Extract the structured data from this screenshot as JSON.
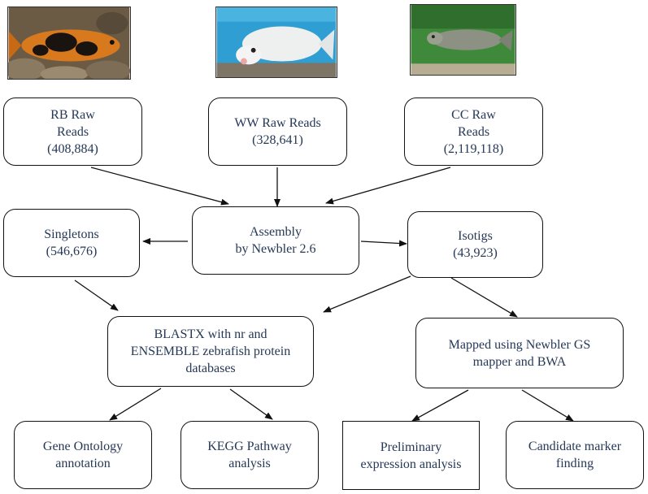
{
  "photos": [
    {
      "subject": "rb-fish",
      "colors": {
        "bg": "#6b5a44",
        "body": "#d9791e",
        "spots": "#1a1410",
        "stones": "#8a7a62"
      }
    },
    {
      "subject": "ww-fish",
      "colors": {
        "bg": "#2f9fd3",
        "body": "#eef0f0",
        "gravel": "#7f7566"
      }
    },
    {
      "subject": "cc-fish",
      "colors": {
        "bg": "#3f8a3a",
        "body": "#8c9183",
        "sand": "#b6ad92"
      }
    }
  ],
  "nodes": {
    "rb_raw": "RB Raw\nReads\n(408,884)",
    "ww_raw": "WW Raw Reads\n(328,641)",
    "cc_raw": "CC Raw\nReads\n(2,119,118)",
    "singletons": "Singletons\n(546,676)",
    "assembly": "Assembly\nby Newbler 2.6",
    "isotigs": "Isotigs\n(43,923)",
    "blastx": "BLASTX with nr and\nENSEMBLE zebrafish protein\ndatabases",
    "mapped": "Mapped using  Newbler GS\nmapper and BWA",
    "gene_ontology": "Gene Ontology\nannotation",
    "kegg": "KEGG Pathway\nanalysis",
    "preliminary": "Preliminary\nexpression analysis",
    "candidate": "Candidate marker\nfinding"
  },
  "edges": [
    [
      "rb_raw",
      "assembly"
    ],
    [
      "ww_raw",
      "assembly"
    ],
    [
      "cc_raw",
      "assembly"
    ],
    [
      "assembly",
      "singletons"
    ],
    [
      "assembly",
      "isotigs"
    ],
    [
      "singletons",
      "blastx"
    ],
    [
      "isotigs",
      "blastx"
    ],
    [
      "isotigs",
      "mapped"
    ],
    [
      "blastx",
      "gene_ontology"
    ],
    [
      "blastx",
      "kegg"
    ],
    [
      "mapped",
      "preliminary"
    ],
    [
      "mapped",
      "candidate"
    ]
  ],
  "colors": {
    "text": "#253856",
    "border": "#111111",
    "arrow": "#111111"
  }
}
